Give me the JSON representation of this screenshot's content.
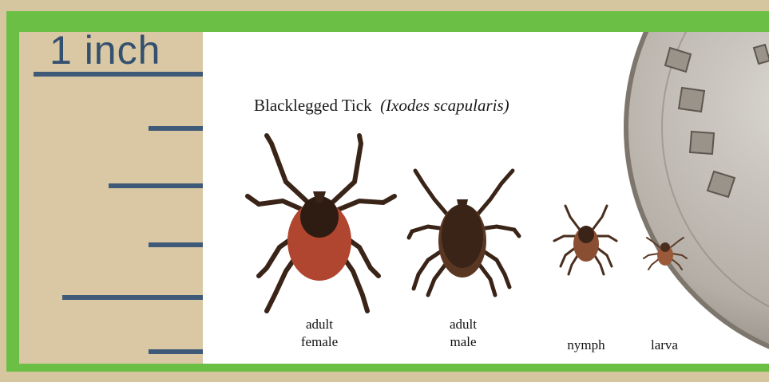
{
  "ruler": {
    "label": "1 inch"
  },
  "title": {
    "common_name": "Blacklegged Tick",
    "scientific_name": "(Ixodes scapularis)"
  },
  "stages": [
    {
      "line1": "adult",
      "line2": "female"
    },
    {
      "line1": "adult",
      "line2": "male"
    },
    {
      "line1": "nymph"
    },
    {
      "line1": "larva"
    }
  ],
  "colors": {
    "border_green": "#6cbf45",
    "ruler_tan": "#d9c8a3",
    "ruler_ink": "#3f5a78",
    "female_body": "#b04630",
    "tick_dark": "#3a2418"
  }
}
